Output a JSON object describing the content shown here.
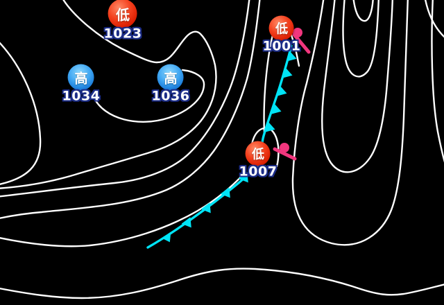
{
  "map": {
    "background_color": "#000000",
    "isobar_color": "#ffffff",
    "label_outline_color": "#1c2d88",
    "low_marker_colors": [
      "#ff8a66",
      "#f4411e",
      "#b01300"
    ],
    "high_marker_colors": [
      "#8ed9ff",
      "#3fa6f2",
      "#0c57b0"
    ],
    "systems": [
      {
        "type": "low",
        "symbol": "低",
        "value": "1023"
      },
      {
        "type": "high",
        "symbol": "高",
        "value": "1034"
      },
      {
        "type": "high",
        "symbol": "高",
        "value": "1036"
      },
      {
        "type": "low",
        "symbol": "低",
        "value": "1001"
      },
      {
        "type": "low",
        "symbol": "低",
        "value": "1007"
      }
    ],
    "fronts": [
      {
        "type": "cold-front",
        "color": "#00e4f6"
      },
      {
        "type": "warm-front",
        "color": "#f2367e"
      },
      {
        "type": "warm-front",
        "color": "#f2367e"
      }
    ]
  }
}
